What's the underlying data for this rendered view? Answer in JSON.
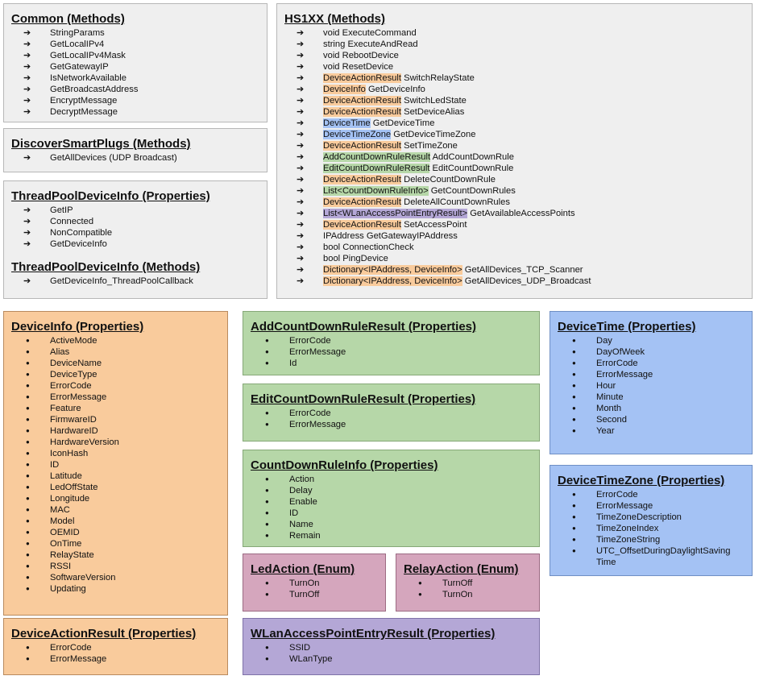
{
  "common": {
    "title": "Common (Methods)",
    "items": [
      "StringParams",
      "GetLocalIPv4",
      "GetLocalIPv4Mask",
      "GetGatewayIP",
      "IsNetworkAvailable",
      "GetBroadcastAddress",
      "EncryptMessage",
      "DecryptMessage"
    ]
  },
  "discover": {
    "title": "DiscoverSmartPlugs (Methods)",
    "items": [
      "GetAllDevices (UDP Broadcast)"
    ]
  },
  "threadpool_props": {
    "title": "ThreadPoolDeviceInfo (Properties)",
    "items": [
      "GetIP",
      "Connected",
      "NonCompatible",
      "GetDeviceInfo"
    ]
  },
  "threadpool_methods": {
    "title": "ThreadPoolDeviceInfo (Methods)",
    "items": [
      "GetDeviceInfo_ThreadPoolCallback"
    ]
  },
  "hs1xx": {
    "title": "HS1XX (Methods)",
    "items": [
      {
        "type": "",
        "hl": "",
        "name": "void ExecuteCommand"
      },
      {
        "type": "",
        "hl": "",
        "name": "string ExecuteAndRead"
      },
      {
        "type": "",
        "hl": "",
        "name": "void RebootDevice"
      },
      {
        "type": "",
        "hl": "",
        "name": "void ResetDevice"
      },
      {
        "type": "DeviceActionResult",
        "hl": "orange",
        "name": " SwitchRelayState"
      },
      {
        "type": "DeviceInfo",
        "hl": "orange",
        "name": " GetDeviceInfo"
      },
      {
        "type": "DeviceActionResult",
        "hl": "orange",
        "name": " SwitchLedState"
      },
      {
        "type": "DeviceActionResult",
        "hl": "orange",
        "name": " SetDeviceAlias"
      },
      {
        "type": "DeviceTime",
        "hl": "blue",
        "name": " GetDeviceTime"
      },
      {
        "type": "DeviceTimeZone",
        "hl": "blue",
        "name": " GetDeviceTimeZone"
      },
      {
        "type": "DeviceActionResult",
        "hl": "orange",
        "name": " SetTimeZone"
      },
      {
        "type": "AddCountDownRuleResult",
        "hl": "green",
        "name": " AddCountDownRule"
      },
      {
        "type": "EditCountDownRuleResult",
        "hl": "green",
        "name": " EditCountDownRule"
      },
      {
        "type": "DeviceActionResult",
        "hl": "orange",
        "name": " DeleteCountDownRule"
      },
      {
        "type": "List<CountDownRuleInfo>",
        "hl": "green",
        "name": " GetCountDownRules"
      },
      {
        "type": "DeviceActionResult",
        "hl": "orange",
        "name": " DeleteAllCountDownRules"
      },
      {
        "type": "List<WLanAccessPointEntryResult>",
        "hl": "purple",
        "name": " GetAvailableAccessPoints"
      },
      {
        "type": "DeviceActionResult",
        "hl": "orange",
        "name": " SetAccessPoint"
      },
      {
        "type": "",
        "hl": "",
        "name": "IPAddress GetGatewayIPAddress"
      },
      {
        "type": "",
        "hl": "",
        "name": "bool ConnectionCheck"
      },
      {
        "type": "",
        "hl": "",
        "name": "bool PingDevice"
      },
      {
        "type": "Dictionary<IPAddress, DeviceInfo>",
        "hl": "orange",
        "name": " GetAllDevices_TCP_Scanner"
      },
      {
        "type": "Dictionary<IPAddress, DeviceInfo>",
        "hl": "orange",
        "name": " GetAllDevices_UDP_Broadcast"
      }
    ]
  },
  "deviceinfo": {
    "title": "DeviceInfo (Properties)",
    "items": [
      "ActiveMode",
      "Alias",
      "DeviceName",
      "DeviceType",
      "ErrorCode",
      "ErrorMessage",
      "Feature",
      "FirmwareID",
      "HardwareID",
      "HardwareVersion",
      "IconHash",
      "ID",
      "Latitude",
      "LedOffState",
      "Longitude",
      "MAC",
      "Model",
      "OEMID",
      "OnTime",
      "RelayState",
      "RSSI",
      "SoftwareVersion",
      "Updating"
    ]
  },
  "deviceactionresult": {
    "title": "DeviceActionResult (Properties)",
    "items": [
      "ErrorCode",
      "ErrorMessage"
    ]
  },
  "addcountdown": {
    "title": "AddCountDownRuleResult (Properties)",
    "items": [
      "ErrorCode",
      "ErrorMessage",
      "Id"
    ]
  },
  "editcountdown": {
    "title": "EditCountDownRuleResult (Properties)",
    "items": [
      "ErrorCode",
      "ErrorMessage"
    ]
  },
  "countdowninfo": {
    "title": "CountDownRuleInfo (Properties)",
    "items": [
      "Action",
      "Delay",
      "Enable",
      "ID",
      "Name",
      "Remain"
    ]
  },
  "ledaction": {
    "title": "LedAction (Enum)",
    "items": [
      "TurnOn",
      "TurnOff"
    ]
  },
  "relayaction": {
    "title": "RelayAction (Enum)",
    "items": [
      "TurnOff",
      "TurnOn"
    ]
  },
  "wlan": {
    "title": "WLanAccessPointEntryResult (Properties)",
    "items": [
      "SSID",
      "WLanType"
    ]
  },
  "devicetime": {
    "title": "DeviceTime (Properties)",
    "items": [
      "Day",
      "DayOfWeek",
      "ErrorCode",
      "ErrorMessage",
      "Hour",
      "Minute",
      "Month",
      "Second",
      "Year"
    ]
  },
  "devicetimezone": {
    "title": "DeviceTimeZone (Properties)",
    "items": [
      "ErrorCode",
      "ErrorMessage",
      "TimeZoneDescription",
      "TimeZoneIndex",
      "TimeZoneString",
      "UTC_OffsetDuringDaylightSaving Time"
    ]
  },
  "colors": {
    "gray": "#efefef",
    "orange": "#f9cb9c",
    "green": "#b6d7a8",
    "blue": "#a4c2f4",
    "pink": "#d5a6bd",
    "purple": "#b4a7d6"
  }
}
